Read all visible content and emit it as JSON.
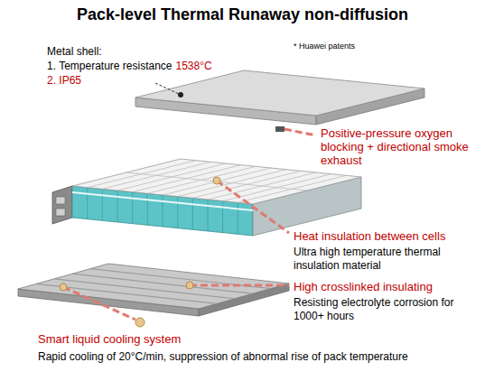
{
  "diagram": {
    "title": "Pack-level Thermal Runaway non-diffusion",
    "labels": [
      "Metal shell:",
      "1. Temperature resistance",
      "1538°C",
      "2. IP65",
      "* Huawei patents",
      "Positive-pressure oxygen blocking + directional smoke exhaust",
      "Heat insulation between cells",
      "Ultra high temperature thermal insulation material",
      "High crosslinked insulating",
      "Resisting electrolyte corrosion for 1000+ hours",
      "Smart liquid cooling system",
      "Rapid cooling of 20°C/min, suppression of abnormal rise of pack temperature"
    ]
  }
}
